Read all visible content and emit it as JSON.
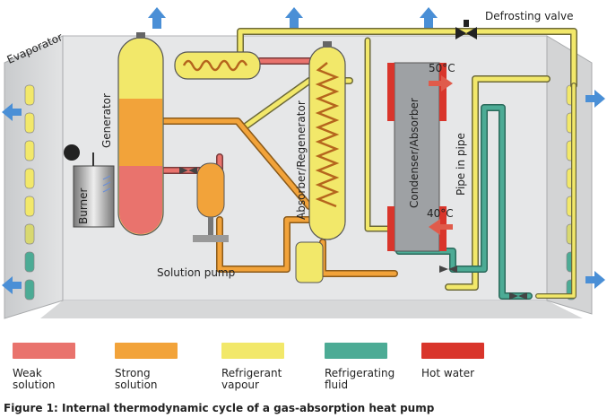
{
  "labels": {
    "evaporator": "Evaporator",
    "generator": "Generator",
    "burner": "Burner",
    "absorber_regenerator": "Absorber/Regenerator",
    "condenser_absorber": "Condenser/Absorber",
    "pipe_in_pipe": "Pipe in pipe",
    "solution_pump": "Solution pump",
    "defrosting_valve": "Defrosting valve",
    "temp_out": "50°C",
    "temp_in": "40°C"
  },
  "legend": [
    {
      "label": "Weak\nsolution",
      "color": "#e9736d"
    },
    {
      "label": "Strong\nsolution",
      "color": "#f2a33a"
    },
    {
      "label": "Refrigerant\nvapour",
      "color": "#f2e86a"
    },
    {
      "label": "Refrigerating\nfluid",
      "color": "#4cab95"
    },
    {
      "label": "Hot water",
      "color": "#d9352b"
    }
  ],
  "caption": "Figure 1: Internal thermodynamic cycle of a gas-absorption heat pump"
}
